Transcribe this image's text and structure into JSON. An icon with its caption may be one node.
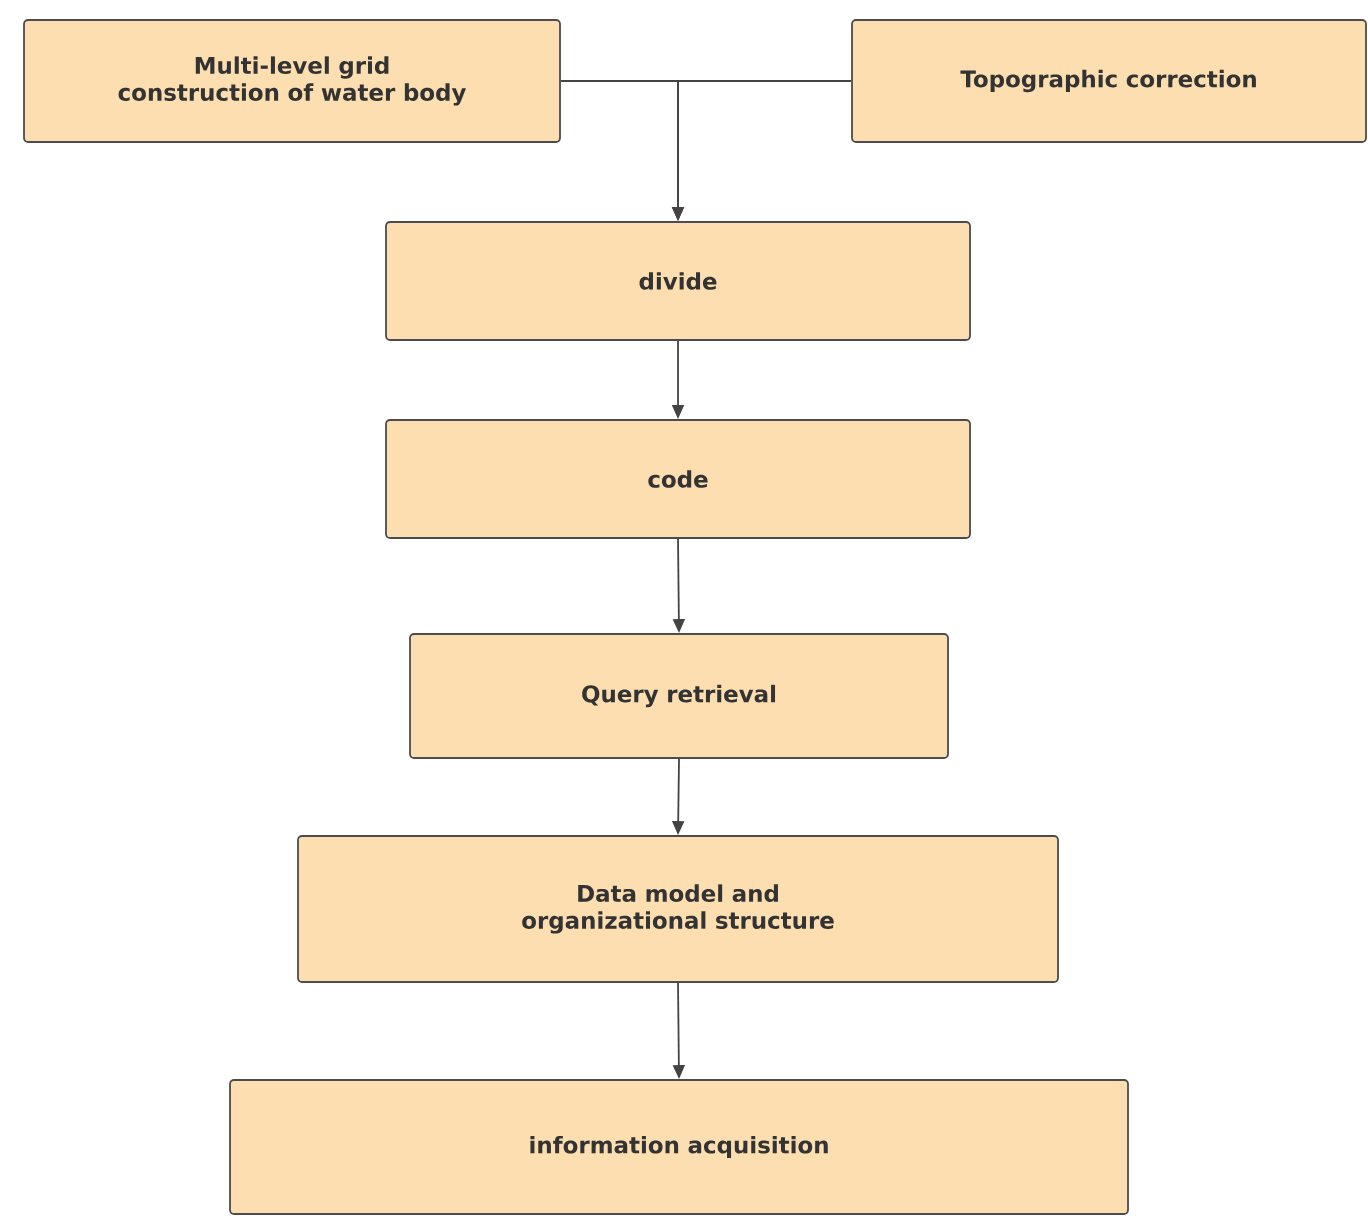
{
  "diagram": {
    "nodes": [
      {
        "text": [
          "Multi-level grid construction of water body"
        ]
      },
      {
        "text": [
          "Topographic correction"
        ]
      },
      {
        "text": [
          "divide"
        ]
      },
      {
        "text": [
          "code"
        ]
      },
      {
        "text": [
          "Query retrieval"
        ]
      },
      {
        "text": [
          "Data model and organizational structure"
        ]
      },
      {
        "text": [
          "information acquisition"
        ]
      }
    ],
    "edges": [
      {
        "from": 0,
        "to": 2,
        "arrow": "to"
      },
      {
        "from": 1,
        "to": 2,
        "arrow": "to"
      },
      {
        "from": 2,
        "to": 3,
        "arrow": "to"
      },
      {
        "from": 3,
        "to": 4,
        "arrow": "to"
      },
      {
        "from": 4,
        "to": 5,
        "arrow": "to"
      },
      {
        "from": 5,
        "to": 6,
        "arrow": "to"
      }
    ]
  }
}
